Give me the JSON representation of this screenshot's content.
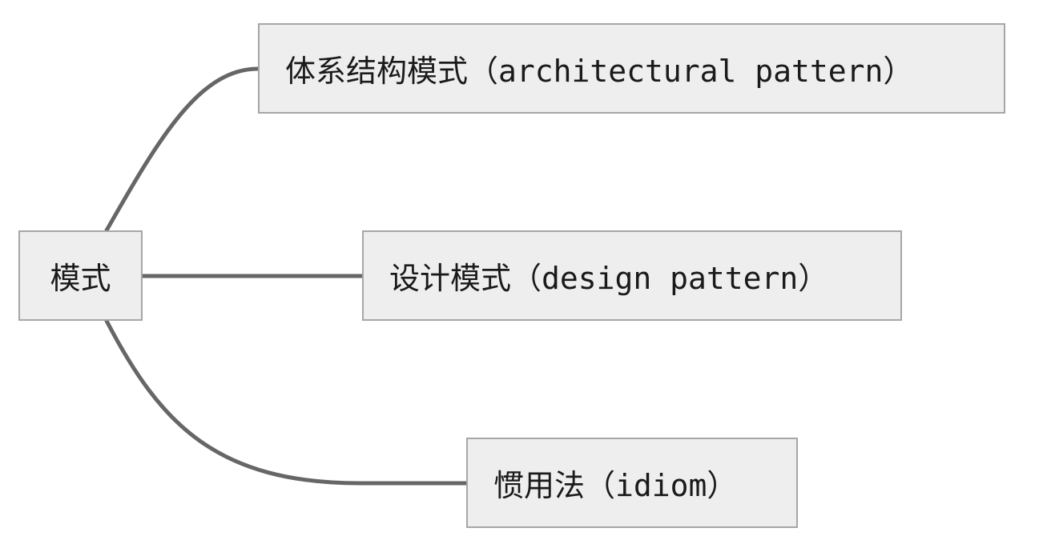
{
  "diagram": {
    "type": "mind-map",
    "colors": {
      "node_fill": "#eeeeee",
      "node_border": "#a6a6a6",
      "connector": "#666666",
      "text": "#1a1a1a"
    },
    "root": {
      "label": "模式"
    },
    "children": [
      {
        "label": "体系结构模式（architectural pattern）"
      },
      {
        "label": "设计模式（design pattern）"
      },
      {
        "label": "惯用法（idiom）"
      }
    ]
  }
}
